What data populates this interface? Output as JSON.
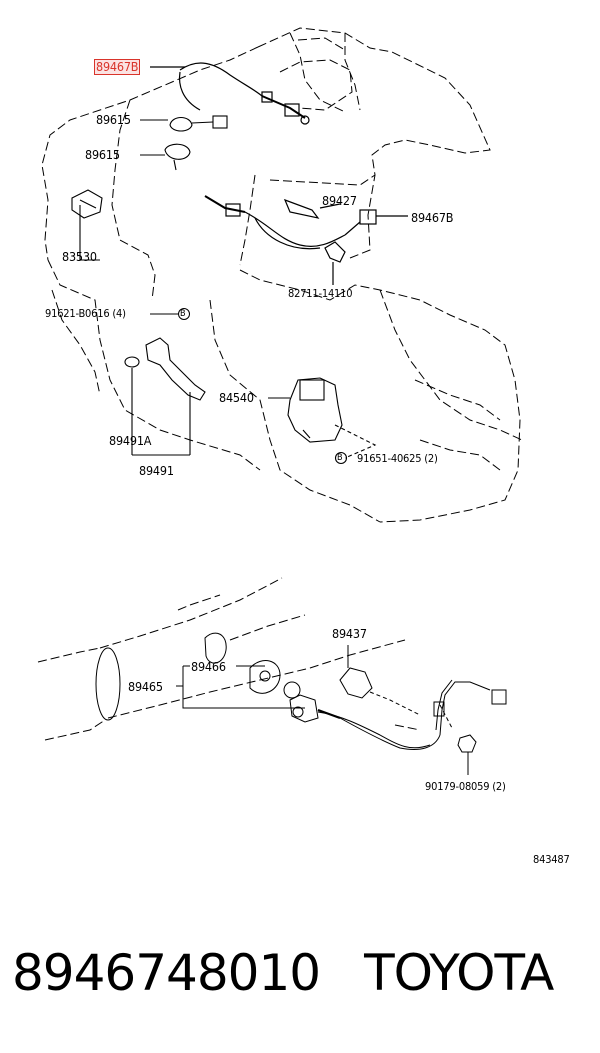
{
  "callouts": {
    "c1": "89467B",
    "c2": "89615",
    "c3": "89615",
    "c4": "89427",
    "c5": "89467B",
    "c6": "83530",
    "c7": "82711-14110",
    "c8": "91621-B0616 (4)",
    "c9": "84540",
    "c10": "89491A",
    "c11": "89491",
    "c12": "91651-40625 (2)",
    "c13": "89437",
    "c14": "89466",
    "c15": "89465",
    "c16": "90179-08059 (2)"
  },
  "markers": {
    "m1": "B",
    "m2": "B"
  },
  "figure_id": "843487",
  "part": {
    "number": "8946748010",
    "brand": "TOYOTA"
  },
  "colors": {
    "highlight_border": "#d9342b",
    "highlight_fill": "#fbe3e3",
    "line": "#000000"
  }
}
